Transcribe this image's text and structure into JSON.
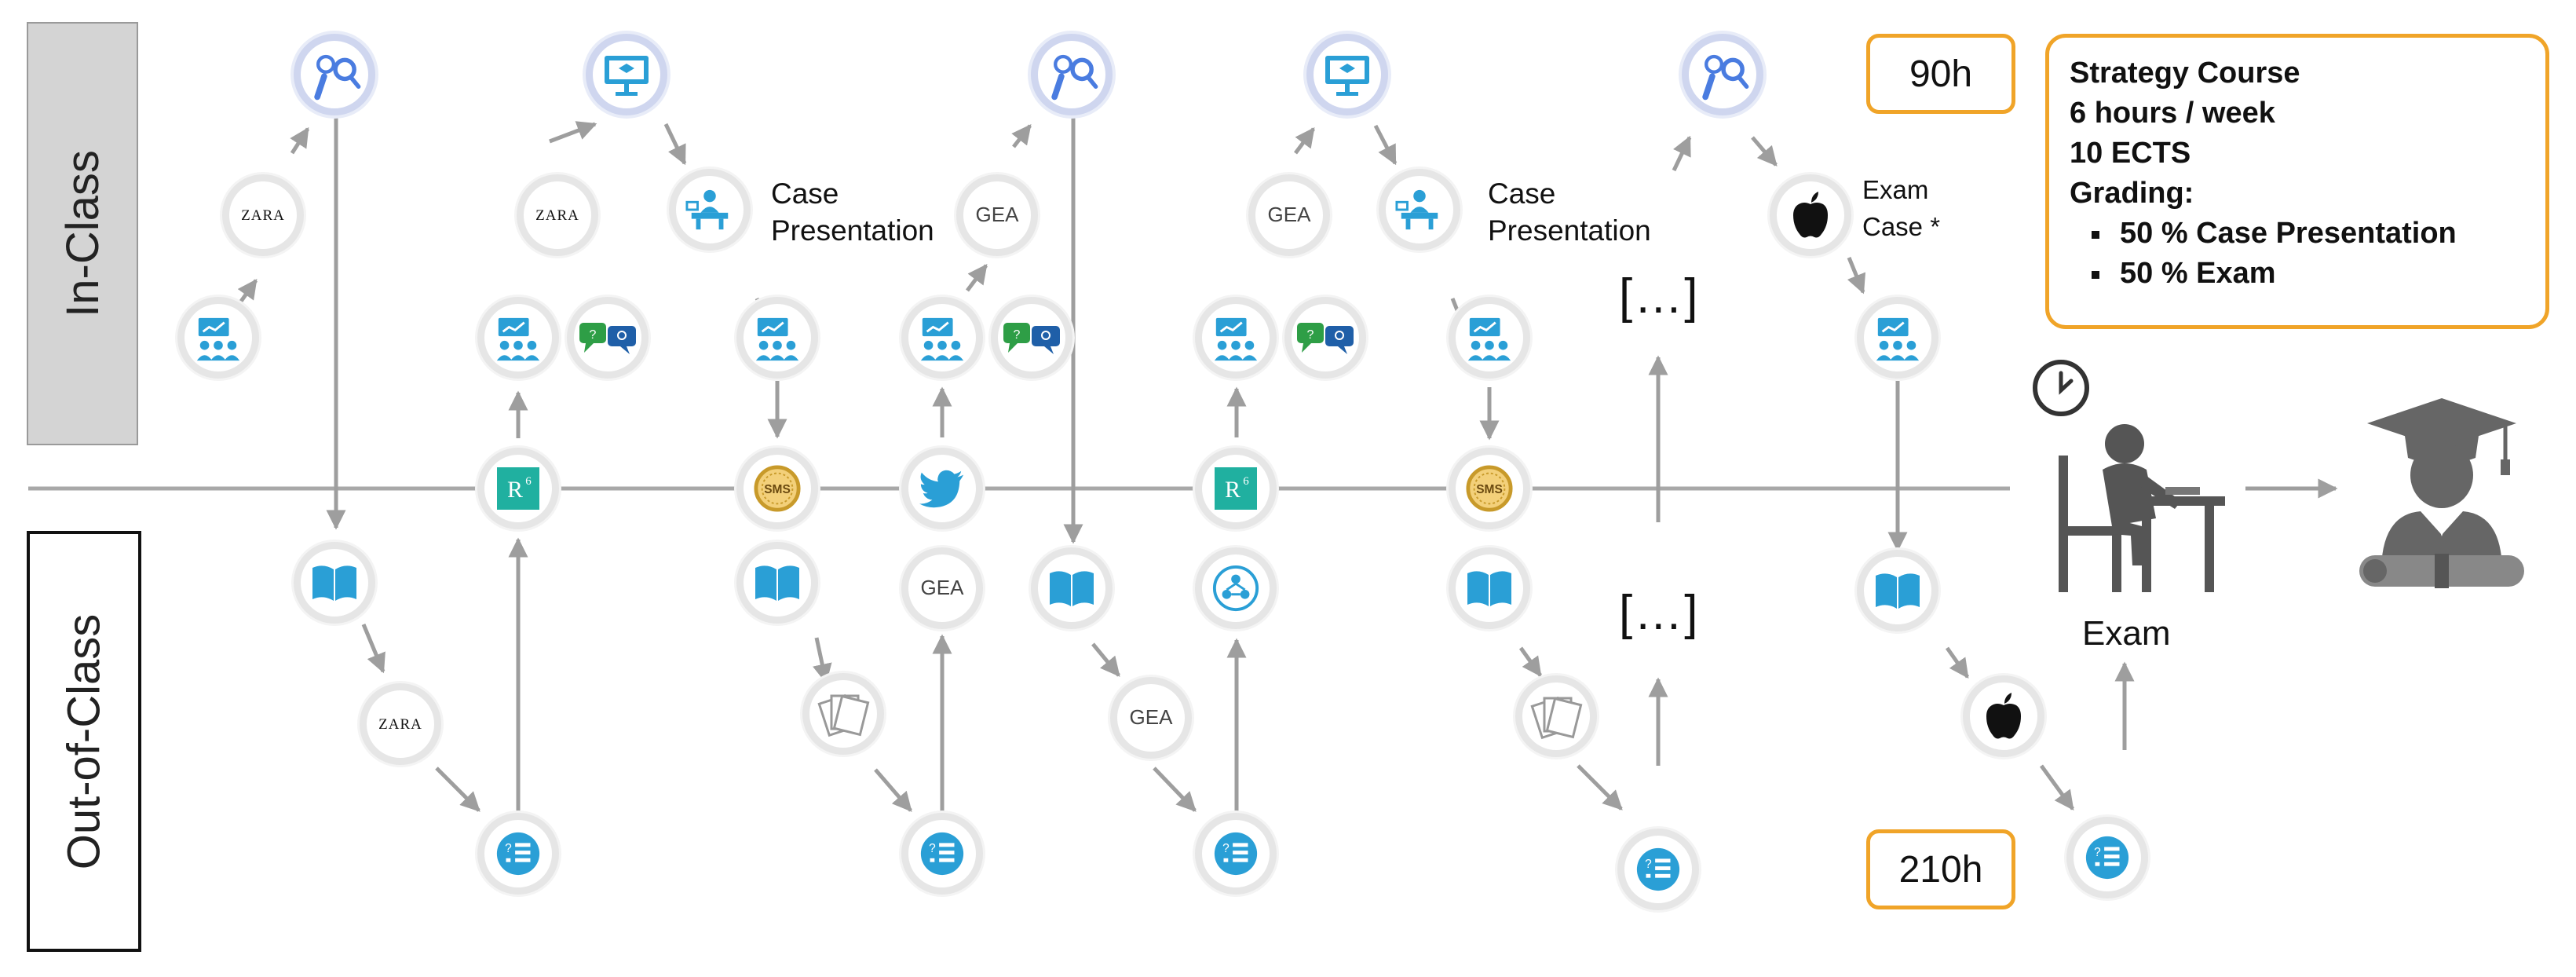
{
  "side_labels": {
    "in_class": "In-Class",
    "out_of_class": "Out-of-Class"
  },
  "captions": {
    "case_presentation_1": "Case\nPresentation",
    "case_presentation_2": "Case\nPresentation",
    "exam_case": "Exam\nCase *",
    "ellipsis_in": "[…]",
    "ellipsis_out": "[…]",
    "exam": "Exam"
  },
  "hours": {
    "in_class": "90h",
    "out_of_class": "210h"
  },
  "course_info": {
    "lines": [
      "Strategy Course",
      "6 hours / week",
      "10 ECTS",
      "Grading:"
    ],
    "bullets": [
      "50 % Case Presentation",
      "50 % Exam"
    ]
  },
  "logos": {
    "zara": "ZARA",
    "gea": "GEA",
    "r6": "R",
    "r6_sup": "6",
    "sms": "SMS"
  },
  "colors": {
    "accent_orange": "#f0a428",
    "icon_blue": "#2a9fd6",
    "info_blue": "#4a7ce0",
    "r6_teal": "#20b0a0",
    "sms_gold": "#c89a2a",
    "connector_gray": "#9e9e9e"
  },
  "icons": {
    "info": "info-search-icon",
    "screen": "presentation-screen-icon",
    "lecture": "lecture-audience-icon",
    "discussion": "discussion-bubbles-icon",
    "presenter": "case-presentation-icon",
    "book": "book-icon",
    "quiz": "quiz-list-icon",
    "documents": "documents-icon",
    "twitter": "twitter-bird-icon",
    "network": "network-group-icon",
    "apple": "apple-logo-icon",
    "clock": "clock-icon",
    "student_exam": "student-exam-desk-icon",
    "graduate": "graduate-icon"
  }
}
